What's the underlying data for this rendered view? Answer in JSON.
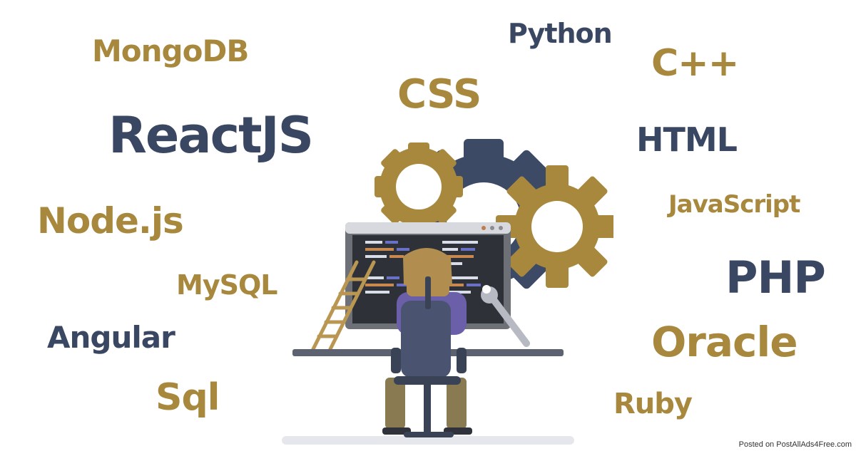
{
  "words": {
    "mongodb": "MongoDB",
    "python": "Python",
    "cpp": "C++",
    "css": "CSS",
    "reactjs": "ReactJS",
    "html": "HTML",
    "javascript": "JavaScript",
    "nodejs": "Node.js",
    "php": "PHP",
    "mysql": "MySQL",
    "angular": "Angular",
    "oracle": "Oracle",
    "sql": "Sql",
    "ruby": "Ruby"
  },
  "watermark": "Posted on PostAllAds4Free.com",
  "colors": {
    "gold": "#a8883d",
    "navy": "#3a4763",
    "screen": "#3c3f47",
    "skin": "#b18e4f"
  },
  "icons": [
    "gear-icon",
    "monitor-icon",
    "ladder-icon",
    "wrench-icon",
    "office-chair-icon"
  ]
}
